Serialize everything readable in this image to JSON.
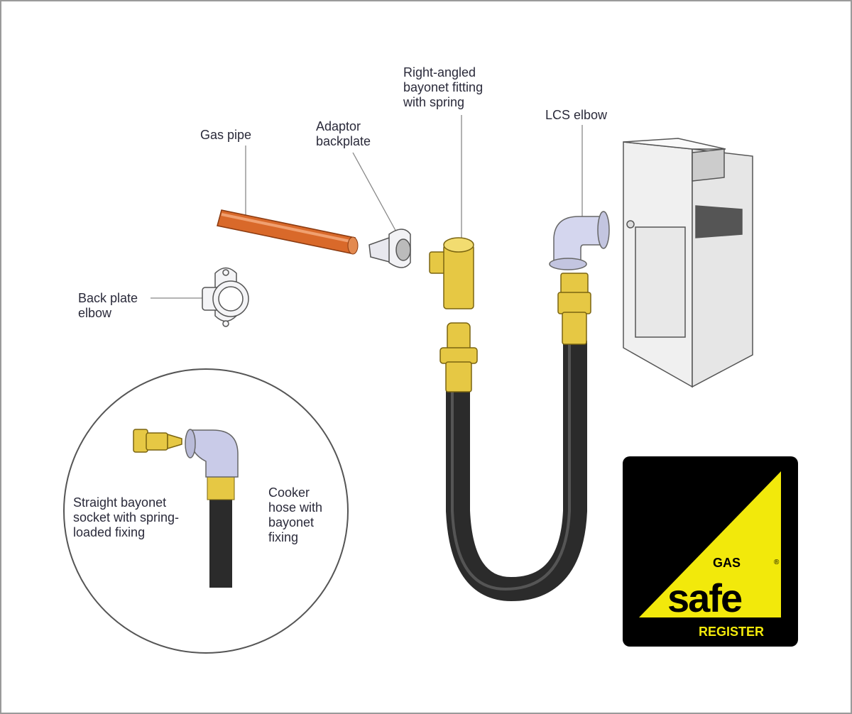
{
  "labels": {
    "gas_pipe": "Gas pipe",
    "adaptor_backplate": "Adaptor\nbackplate",
    "right_angled_fitting": "Right-angled\nbayonet fitting\nwith spring",
    "lcs_elbow": "LCS elbow",
    "back_plate_elbow": "Back plate\nelbow",
    "straight_bayonet_socket": "Straight bayonet\nsocket with spring-\nloaded fixing",
    "cooker_hose": "Cooker\nhose with\nbayonet\nfixing"
  },
  "logo": {
    "top": "GAS",
    "main": "safe",
    "bottom": "REGISTER",
    "mark": "®"
  },
  "colors": {
    "copper": "#d9692a",
    "brass": "#e6c844",
    "hose": "#2b2b2b",
    "elbow": "#c9cbe8",
    "logo_bg": "#000000",
    "logo_yellow": "#f2e90b"
  }
}
